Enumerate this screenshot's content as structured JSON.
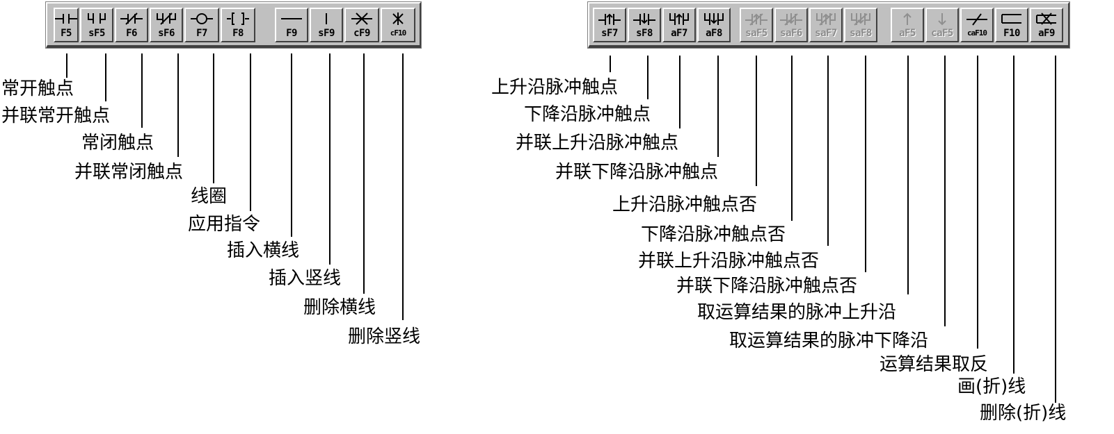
{
  "left_toolbar": {
    "buttons": [
      {
        "key": "F5",
        "icon": "normally-open-contact-icon"
      },
      {
        "key": "sF5",
        "icon": "parallel-open-contact-icon"
      },
      {
        "key": "F6",
        "icon": "normally-closed-contact-icon"
      },
      {
        "key": "sF6",
        "icon": "parallel-closed-contact-icon"
      },
      {
        "key": "F7",
        "icon": "coil-icon"
      },
      {
        "key": "F8",
        "icon": "instruction-bracket-icon"
      },
      {
        "key": "F9",
        "icon": "horizontal-line-icon"
      },
      {
        "key": "sF9",
        "icon": "vertical-line-icon"
      },
      {
        "key": "cF9",
        "icon": "delete-horizontal-line-icon"
      },
      {
        "key": "cF10",
        "icon": "delete-vertical-line-icon"
      }
    ],
    "labels": [
      "常开触点",
      "并联常开触点",
      "常闭触点",
      "并联常闭触点",
      "线圈",
      "应用指令",
      "插入横线",
      "插入竖线",
      "删除横线",
      "删除竖线"
    ]
  },
  "right_toolbar": {
    "buttons": [
      {
        "key": "sF7",
        "icon": "rising-edge-contact-icon"
      },
      {
        "key": "sF8",
        "icon": "falling-edge-contact-icon"
      },
      {
        "key": "aF7",
        "icon": "parallel-rising-edge-icon"
      },
      {
        "key": "aF8",
        "icon": "parallel-falling-edge-icon"
      },
      {
        "key": "saF5",
        "icon": "rising-edge-negated-icon"
      },
      {
        "key": "saF6",
        "icon": "falling-edge-negated-icon"
      },
      {
        "key": "saF7",
        "icon": "parallel-rising-negated-icon"
      },
      {
        "key": "saF8",
        "icon": "parallel-falling-negated-icon"
      },
      {
        "key": "aF5",
        "icon": "up-arrow-icon"
      },
      {
        "key": "caF5",
        "icon": "down-arrow-icon"
      },
      {
        "key": "caF10",
        "icon": "invert-result-icon"
      },
      {
        "key": "F10",
        "icon": "draw-line-icon"
      },
      {
        "key": "aF9",
        "icon": "delete-line-icon"
      }
    ],
    "labels": [
      "上升沿脉冲触点",
      "下降沿脉冲触点",
      "并联上升沿脉冲触点",
      "并联下降沿脉冲触点",
      "上升沿脉冲触点否",
      "下降沿脉冲触点否",
      "并联上升沿脉冲触点否",
      "并联下降沿脉冲触点否",
      "取运算结果的脉冲上升沿",
      "取运算结果的脉冲下降沿",
      "运算结果取反",
      "画(折)线",
      "删除(折)线"
    ]
  },
  "colors": {
    "toolbar_face": "#c0c0c0",
    "disabled_text": "#8a8a8a"
  }
}
